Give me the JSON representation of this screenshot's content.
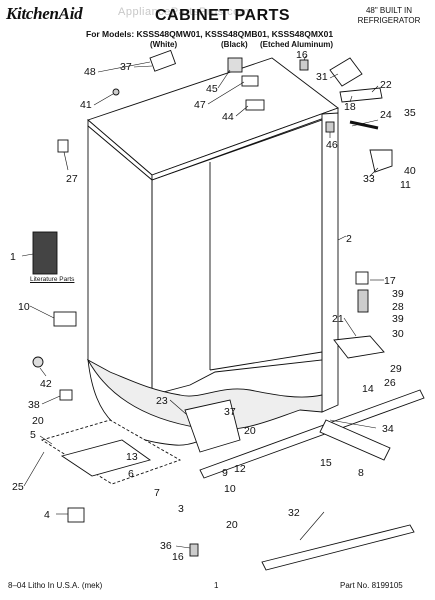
{
  "header": {
    "brand": "KitchenAid",
    "watermark": "AppliancePartsPros.com",
    "title": "CABINET PARTS",
    "models_line": "For Models: KSSS48QMW01, KSSS48QMB01, KSSS48QMX01",
    "variant_white": "(White)",
    "variant_black": "(Black)",
    "variant_aluminum": "(Etched Aluminum)",
    "builtin_line1": "48\" BUILT IN",
    "builtin_line2": "REFRIGERATOR"
  },
  "literature_label": "Literature Parts",
  "footer": {
    "left": "8–04 Litho In U.S.A. (mek)",
    "page": "1",
    "part_no": "Part No. 8199105"
  },
  "callouts": [
    "48",
    "37",
    "45",
    "16",
    "31",
    "41",
    "47",
    "44",
    "18",
    "22",
    "27",
    "24",
    "35",
    "46",
    "33",
    "40",
    "11",
    "2",
    "1",
    "17",
    "39",
    "28",
    "39",
    "30",
    "21",
    "10",
    "29",
    "26",
    "14",
    "42",
    "38",
    "20",
    "23",
    "37",
    "34",
    "5",
    "25",
    "13",
    "20",
    "6",
    "12",
    "9",
    "7",
    "10",
    "15",
    "8",
    "3",
    "4",
    "20",
    "32",
    "36",
    "16"
  ],
  "colors": {
    "ink": "#111111",
    "paper": "#ffffff",
    "watermark": "#c8c8c8"
  }
}
